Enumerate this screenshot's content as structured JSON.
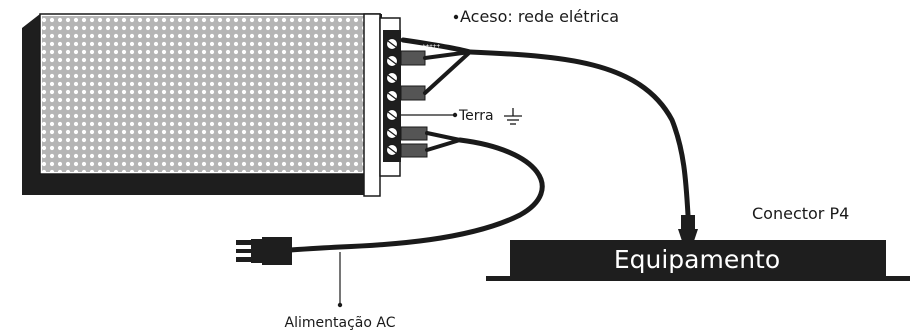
{
  "labels": {
    "aceso": "Aceso: rede elétrica",
    "terra": "Terra",
    "conector": "Conector P4",
    "equipamento": "Equipamento",
    "alimentacao": "Alimentação AC",
    "polarity": "+++++"
  },
  "colors": {
    "ink": "#1a1a1a",
    "panel": "#b5b5b5",
    "shadow": "#2e2e2e",
    "frame": "#ffffff"
  },
  "icons": [
    "ground-icon",
    "ac-plug-icon",
    "screw-terminal-icon"
  ]
}
